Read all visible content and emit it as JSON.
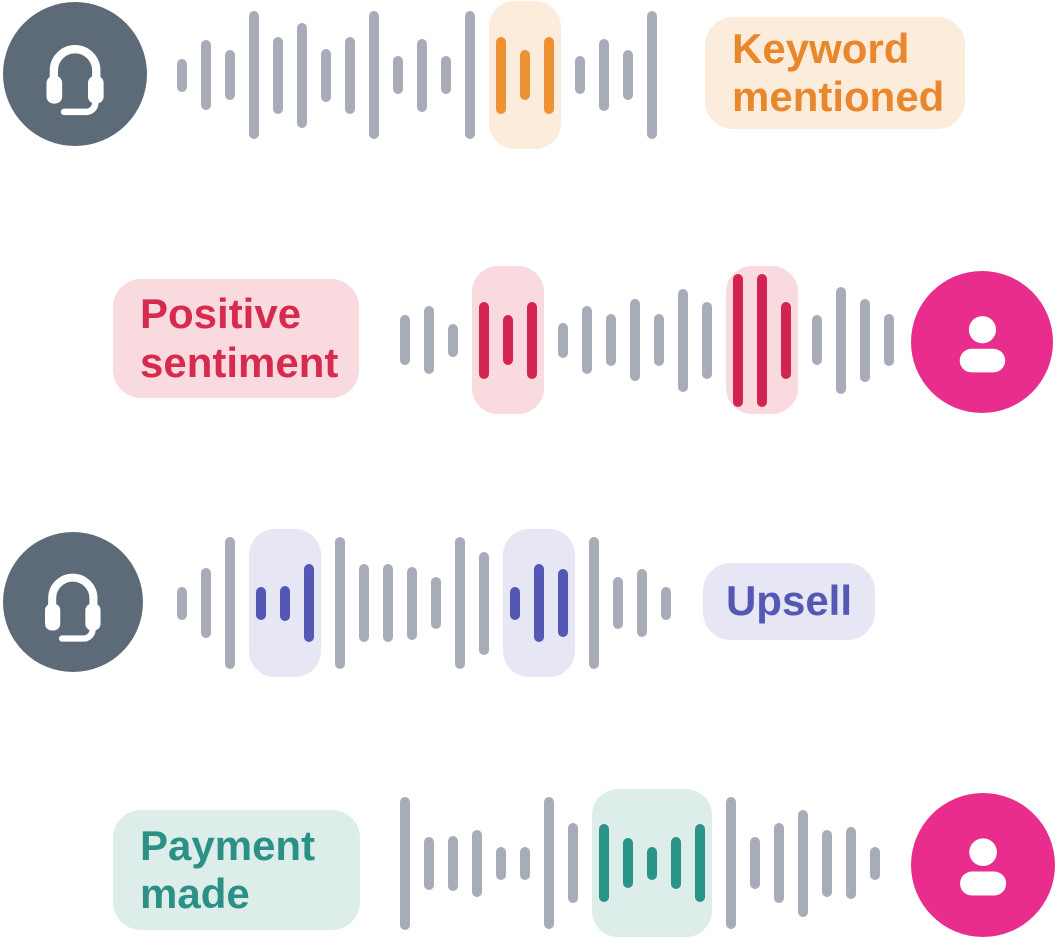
{
  "page": {
    "background": "#ffffff",
    "description": "Call audio waveform illustration with highlighted insight moments between an agent and a customer"
  },
  "colors": {
    "bar_gray": "#a7acb8",
    "agent_circle": "#5d6a77",
    "customer_circle": "#e92d8c",
    "icon_white": "#ffffff"
  },
  "rows": [
    {
      "id": "keyword-mentioned",
      "speaker": "agent",
      "avatar_icon": "headset-icon",
      "avatar_side": "left",
      "label": {
        "text": "Keyword\nmentioned",
        "side": "right",
        "text_color": "#e8872b",
        "bg": "#fcecdb"
      },
      "highlight_color": "#ec9232",
      "highlight_bg": "#fcecdb",
      "segments": [
        {
          "pill": false,
          "heights": [
            33,
            70,
            50,
            128,
            77,
            105,
            53,
            77,
            128,
            38,
            73,
            38,
            128
          ]
        },
        {
          "pill": true,
          "heights": [
            77,
            50,
            77
          ]
        },
        {
          "pill": false,
          "heights": [
            38,
            72,
            50,
            128
          ]
        }
      ]
    },
    {
      "id": "positive-sentiment",
      "speaker": "customer",
      "avatar_icon": "person-icon",
      "avatar_side": "right",
      "label": {
        "text": "Positive\nsentiment",
        "side": "left",
        "text_color": "#d62a4e",
        "bg": "#f9dade"
      },
      "highlight_color": "#d22450",
      "highlight_bg": "#f9dade",
      "segments": [
        {
          "pill": false,
          "heights": [
            50,
            68,
            33
          ]
        },
        {
          "pill": true,
          "heights": [
            77,
            50,
            77
          ]
        },
        {
          "pill": false,
          "heights": [
            35,
            68,
            52,
            82,
            52,
            103,
            77
          ]
        },
        {
          "pill": true,
          "heights": [
            133,
            133,
            77
          ]
        },
        {
          "pill": false,
          "heights": [
            50,
            107,
            83,
            52
          ]
        }
      ]
    },
    {
      "id": "upsell",
      "speaker": "agent",
      "avatar_icon": "headset-icon",
      "avatar_side": "left",
      "label": {
        "text": "Upsell",
        "side": "right",
        "text_color": "#5457b4",
        "bg": "#e6e6f4"
      },
      "highlight_color": "#5457b4",
      "highlight_bg": "#e6e6f4",
      "segments": [
        {
          "pill": false,
          "heights": [
            33,
            70,
            132
          ]
        },
        {
          "pill": true,
          "heights": [
            33,
            35,
            78
          ]
        },
        {
          "pill": false,
          "heights": [
            132,
            78,
            78,
            73,
            52,
            132,
            103
          ]
        },
        {
          "pill": true,
          "heights": [
            33,
            78,
            68
          ]
        },
        {
          "pill": false,
          "heights": [
            132,
            52,
            68,
            33
          ]
        }
      ]
    },
    {
      "id": "payment-made",
      "speaker": "customer",
      "avatar_icon": "person-icon",
      "avatar_side": "right",
      "label": {
        "text": "Payment\nmade",
        "side": "left",
        "text_color": "#2b9186",
        "bg": "#ddede9"
      },
      "highlight_color": "#2b9488",
      "highlight_bg": "#ddede9",
      "segments": [
        {
          "pill": false,
          "heights": [
            133,
            53,
            55,
            67,
            33,
            33,
            132,
            80
          ]
        },
        {
          "pill": true,
          "heights": [
            78,
            50,
            33,
            52,
            78
          ]
        },
        {
          "pill": false,
          "heights": [
            132,
            52,
            80,
            107,
            67,
            72,
            33
          ]
        }
      ]
    }
  ]
}
